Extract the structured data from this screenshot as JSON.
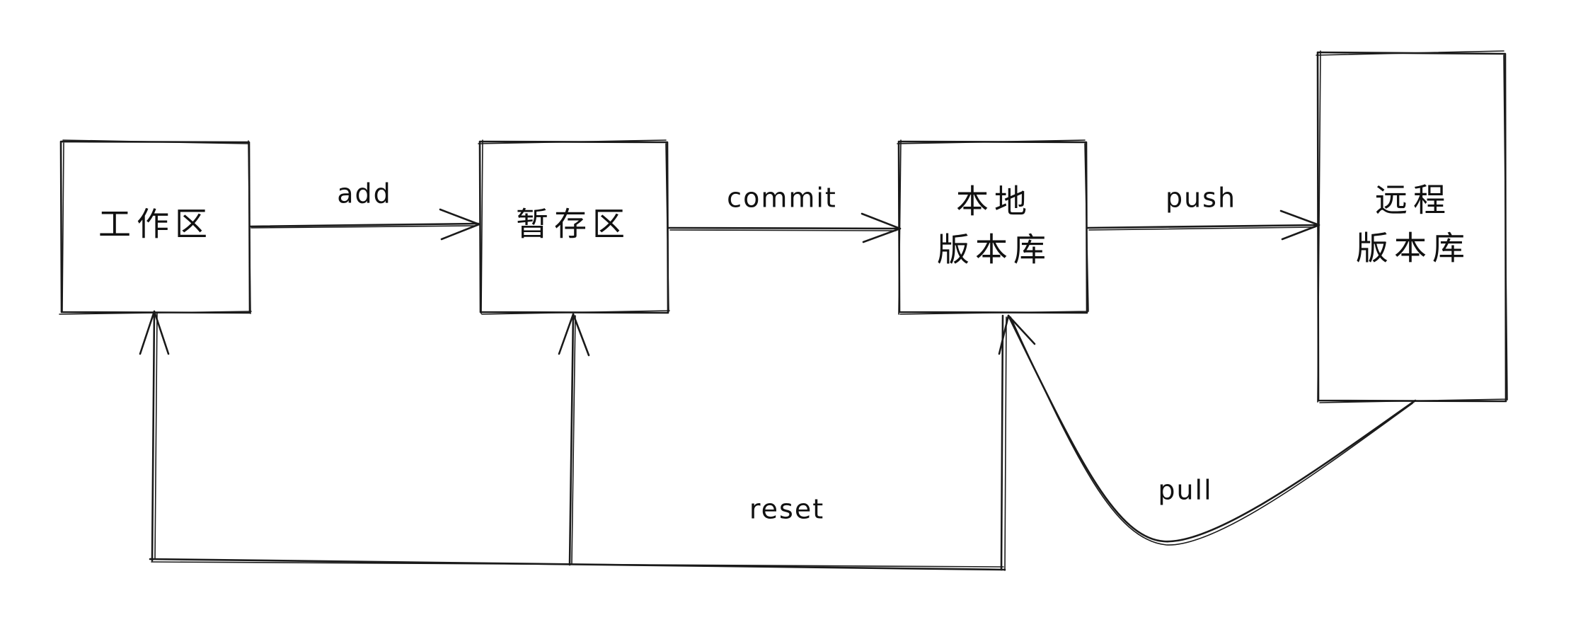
{
  "diagram": {
    "nodes": {
      "workspace": {
        "label": "工作区"
      },
      "staging": {
        "label": "暂存区"
      },
      "local_repo": {
        "line1": "本地",
        "line2": "版本库"
      },
      "remote_repo": {
        "line1": "远程",
        "line2": "版本库"
      }
    },
    "edges": {
      "add": {
        "label": "add"
      },
      "commit": {
        "label": "commit"
      },
      "push": {
        "label": "push"
      },
      "pull": {
        "label": "pull"
      },
      "reset": {
        "label": "reset"
      }
    },
    "colors": {
      "stroke": "#1a1a1a",
      "background": "#ffffff"
    }
  }
}
